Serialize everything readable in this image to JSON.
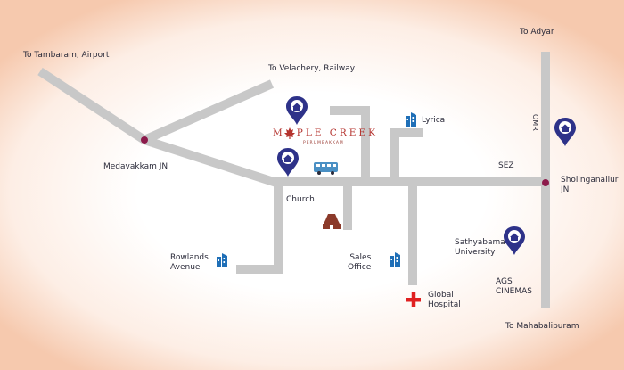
{
  "labels": {
    "tambaram": "To Tambaram, Airport",
    "velachery": "To Velachery, Railway",
    "adyar": "To Adyar",
    "medavakkam": "Medavakkam JN",
    "lyrica": "Lyrica",
    "sez": "SEZ",
    "omr": "OMR",
    "sholinganallur": "Sholinganallur\nJN",
    "church": "Church",
    "rowlands": "Rowlands\nAvenue",
    "sales": "Sales\nOffice",
    "sathyabama": "Sathyabama\nUniversity",
    "ags": "AGS\nCINEMAS",
    "hospital": "Global\nHospital",
    "mahabalipuram": "To Mahabalipuram"
  },
  "brand": {
    "name": "MAPLE CREEK",
    "subtitle": "PERUMBAKKAM"
  },
  "colors": {
    "road": "#c8c8c8",
    "pin": "#2e3289",
    "junction": "#8c1a4b",
    "building": "#1f6fb7",
    "hospital": "#e02020",
    "church": "#8b3a2a",
    "bus": "#4a90c4",
    "brand": "#b5342f"
  },
  "icons": [
    "location-pin-icon",
    "building-icon",
    "hospital-cross-icon",
    "church-icon",
    "bus-icon",
    "maple-leaf-icon",
    "junction-dot-icon"
  ]
}
